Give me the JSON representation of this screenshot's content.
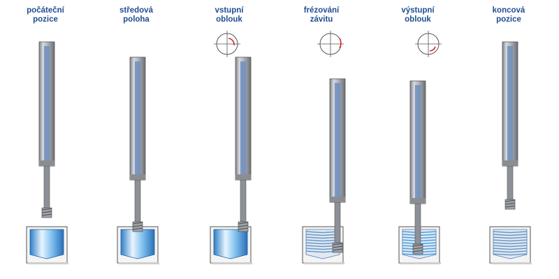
{
  "colors": {
    "label": "#1f4f8f",
    "arrow": "#d2232a",
    "tool_body": "#a9acb0",
    "tool_flute": "#6f8fbf",
    "bore_blue": "#4fa8e6",
    "thread_blue": "#7fb0d8"
  },
  "steps": [
    {
      "label_line1": "počáteční",
      "label_line2": "pozice",
      "icon": "none",
      "workpiece": "plain-bore",
      "tool_depth": "above"
    },
    {
      "label_line1": "středová",
      "label_line2": "poloha",
      "icon": "none",
      "workpiece": "plain-bore",
      "tool_depth": "inside"
    },
    {
      "label_line1": "vstupní",
      "label_line2": "oblouk",
      "icon": "arc-entry-icon",
      "workpiece": "plain-bore",
      "tool_depth": "inside"
    },
    {
      "label_line1": "frézování",
      "label_line2": "závitu",
      "icon": "arc-milling-icon",
      "workpiece": "partial-thread",
      "tool_depth": "deep"
    },
    {
      "label_line1": "výstupní",
      "label_line2": "oblouk",
      "icon": "arc-exit-icon",
      "workpiece": "full-thread",
      "tool_depth": "deep"
    },
    {
      "label_line1": "koncová",
      "label_line2": "pozice",
      "icon": "none",
      "workpiece": "threaded-clean",
      "tool_depth": "above"
    }
  ]
}
